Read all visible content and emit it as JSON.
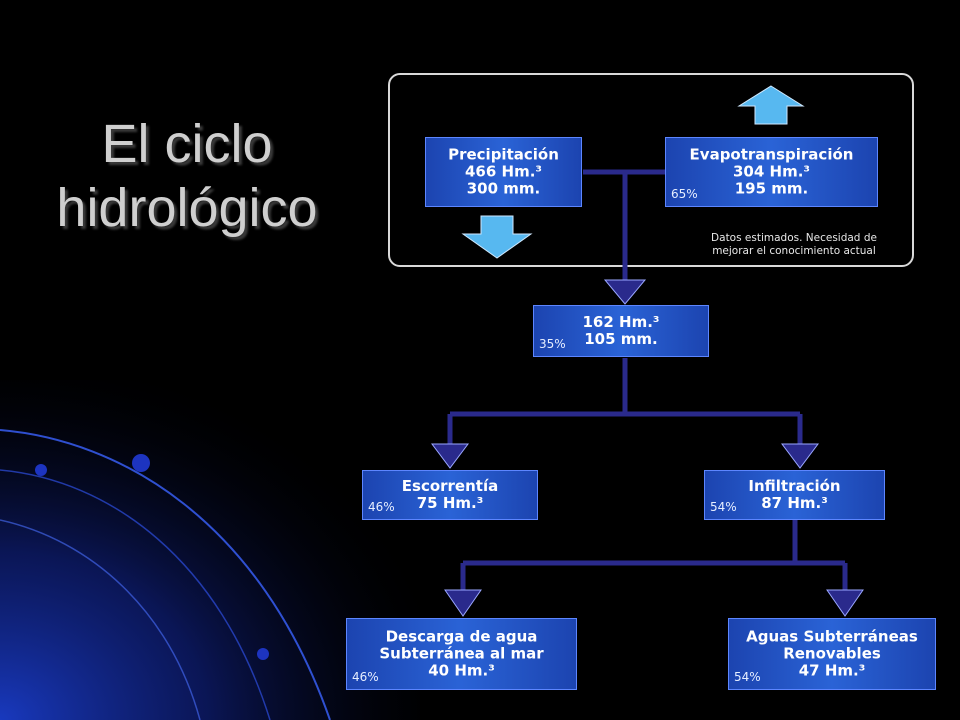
{
  "title": {
    "line1": "El ciclo",
    "line2": "hidrológico"
  },
  "note": {
    "line1": "Datos estimados. Necesidad de",
    "line2": "mejorar el conocimiento actual"
  },
  "boxes": {
    "precipitacion": {
      "lines": [
        "Precipitación",
        "466 Hm.³",
        "300 mm."
      ],
      "pct": ""
    },
    "evapotranspiracion": {
      "lines": [
        "Evapotranspiración",
        "304 Hm.³",
        "195 mm."
      ],
      "pct": "65%"
    },
    "central": {
      "lines": [
        "162 Hm.³",
        "105 mm."
      ],
      "pct": "35%"
    },
    "escorrentia": {
      "lines": [
        "Escorrentía",
        "75 Hm.³"
      ],
      "pct": "46%"
    },
    "infiltracion": {
      "lines": [
        "Infiltración",
        "87 Hm.³"
      ],
      "pct": "54%"
    },
    "descarga": {
      "lines": [
        "Descarga de agua",
        "Subterránea al mar",
        "40 Hm.³"
      ],
      "pct": "46%"
    },
    "renovables": {
      "lines": [
        "Aguas Subterráneas",
        "Renovables",
        "47 Hm.³"
      ],
      "pct": "54%"
    }
  },
  "colors": {
    "background": "#000000",
    "box": "#2456c8",
    "connector": "#2a2a8c",
    "title": "#cfcfcf",
    "accent_arrow": "#57b8f0"
  }
}
